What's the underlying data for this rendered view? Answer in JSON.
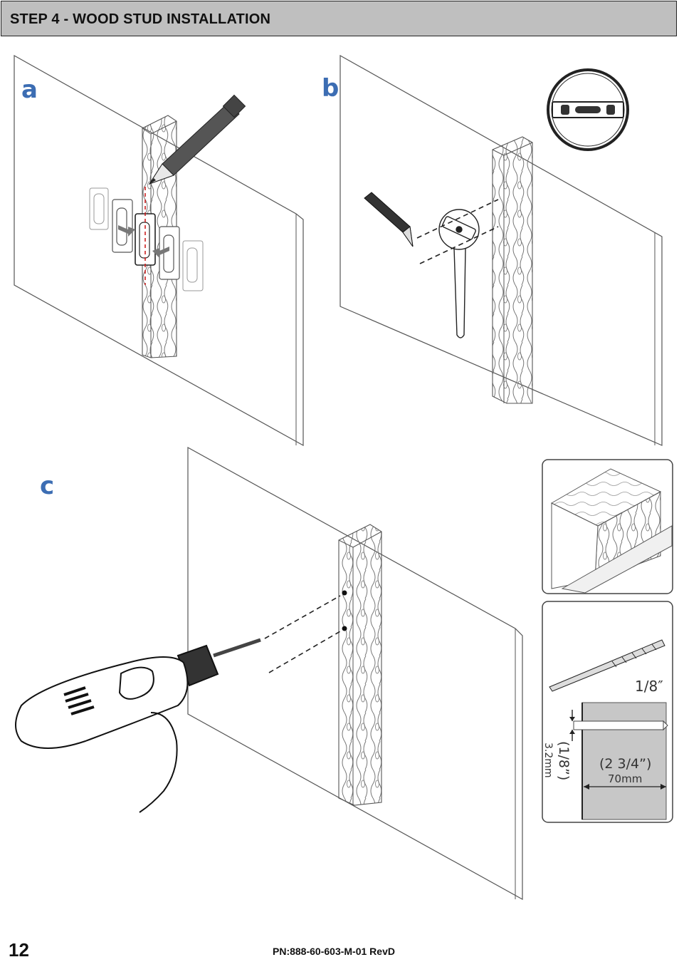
{
  "header": {
    "title": "STEP 4 - WOOD STUD INSTALLATION"
  },
  "steps": {
    "a": "a",
    "b": "b",
    "c": "c"
  },
  "drill_bit": {
    "size": "1/8″",
    "depth_imperial": "(2 3/4”)",
    "depth_metric": "70mm",
    "diameter_imperial": "(1/8”)",
    "diameter_metric": "3.2mm"
  },
  "footer": {
    "page_number": "12",
    "part_number": "PN:888-60-603-M-01 RevD"
  },
  "colors": {
    "step_label": "#3c6db3",
    "header_bg": "#bfbfbf",
    "mark_line": "#cc2222"
  }
}
